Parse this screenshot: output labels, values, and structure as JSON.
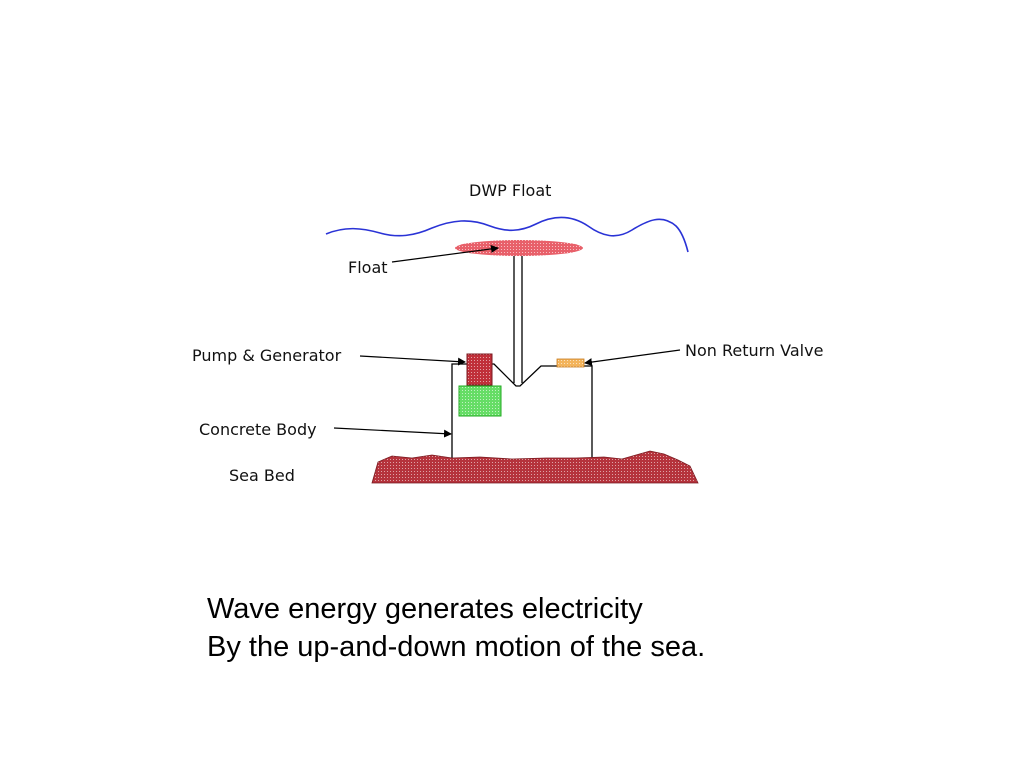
{
  "diagram": {
    "title": "DWP Float",
    "labels": {
      "float": "Float",
      "pump_generator": "Pump & Generator",
      "non_return_valve": "Non Return Valve",
      "concrete_body": "Concrete Body",
      "sea_bed": "Sea Bed"
    },
    "colors": {
      "wave_line": "#2a33d6",
      "float_fill": "#e8606a",
      "pump_fill": "#c0303a",
      "generator_fill": "#66dd66",
      "generator_border": "#22aa22",
      "valve_fill": "#f3b45c",
      "seabed_fill": "#b5333c",
      "lines": "#000000"
    }
  },
  "caption": {
    "line1": "Wave energy generates electricity",
    "line2": "By the up-and-down motion of the sea."
  }
}
